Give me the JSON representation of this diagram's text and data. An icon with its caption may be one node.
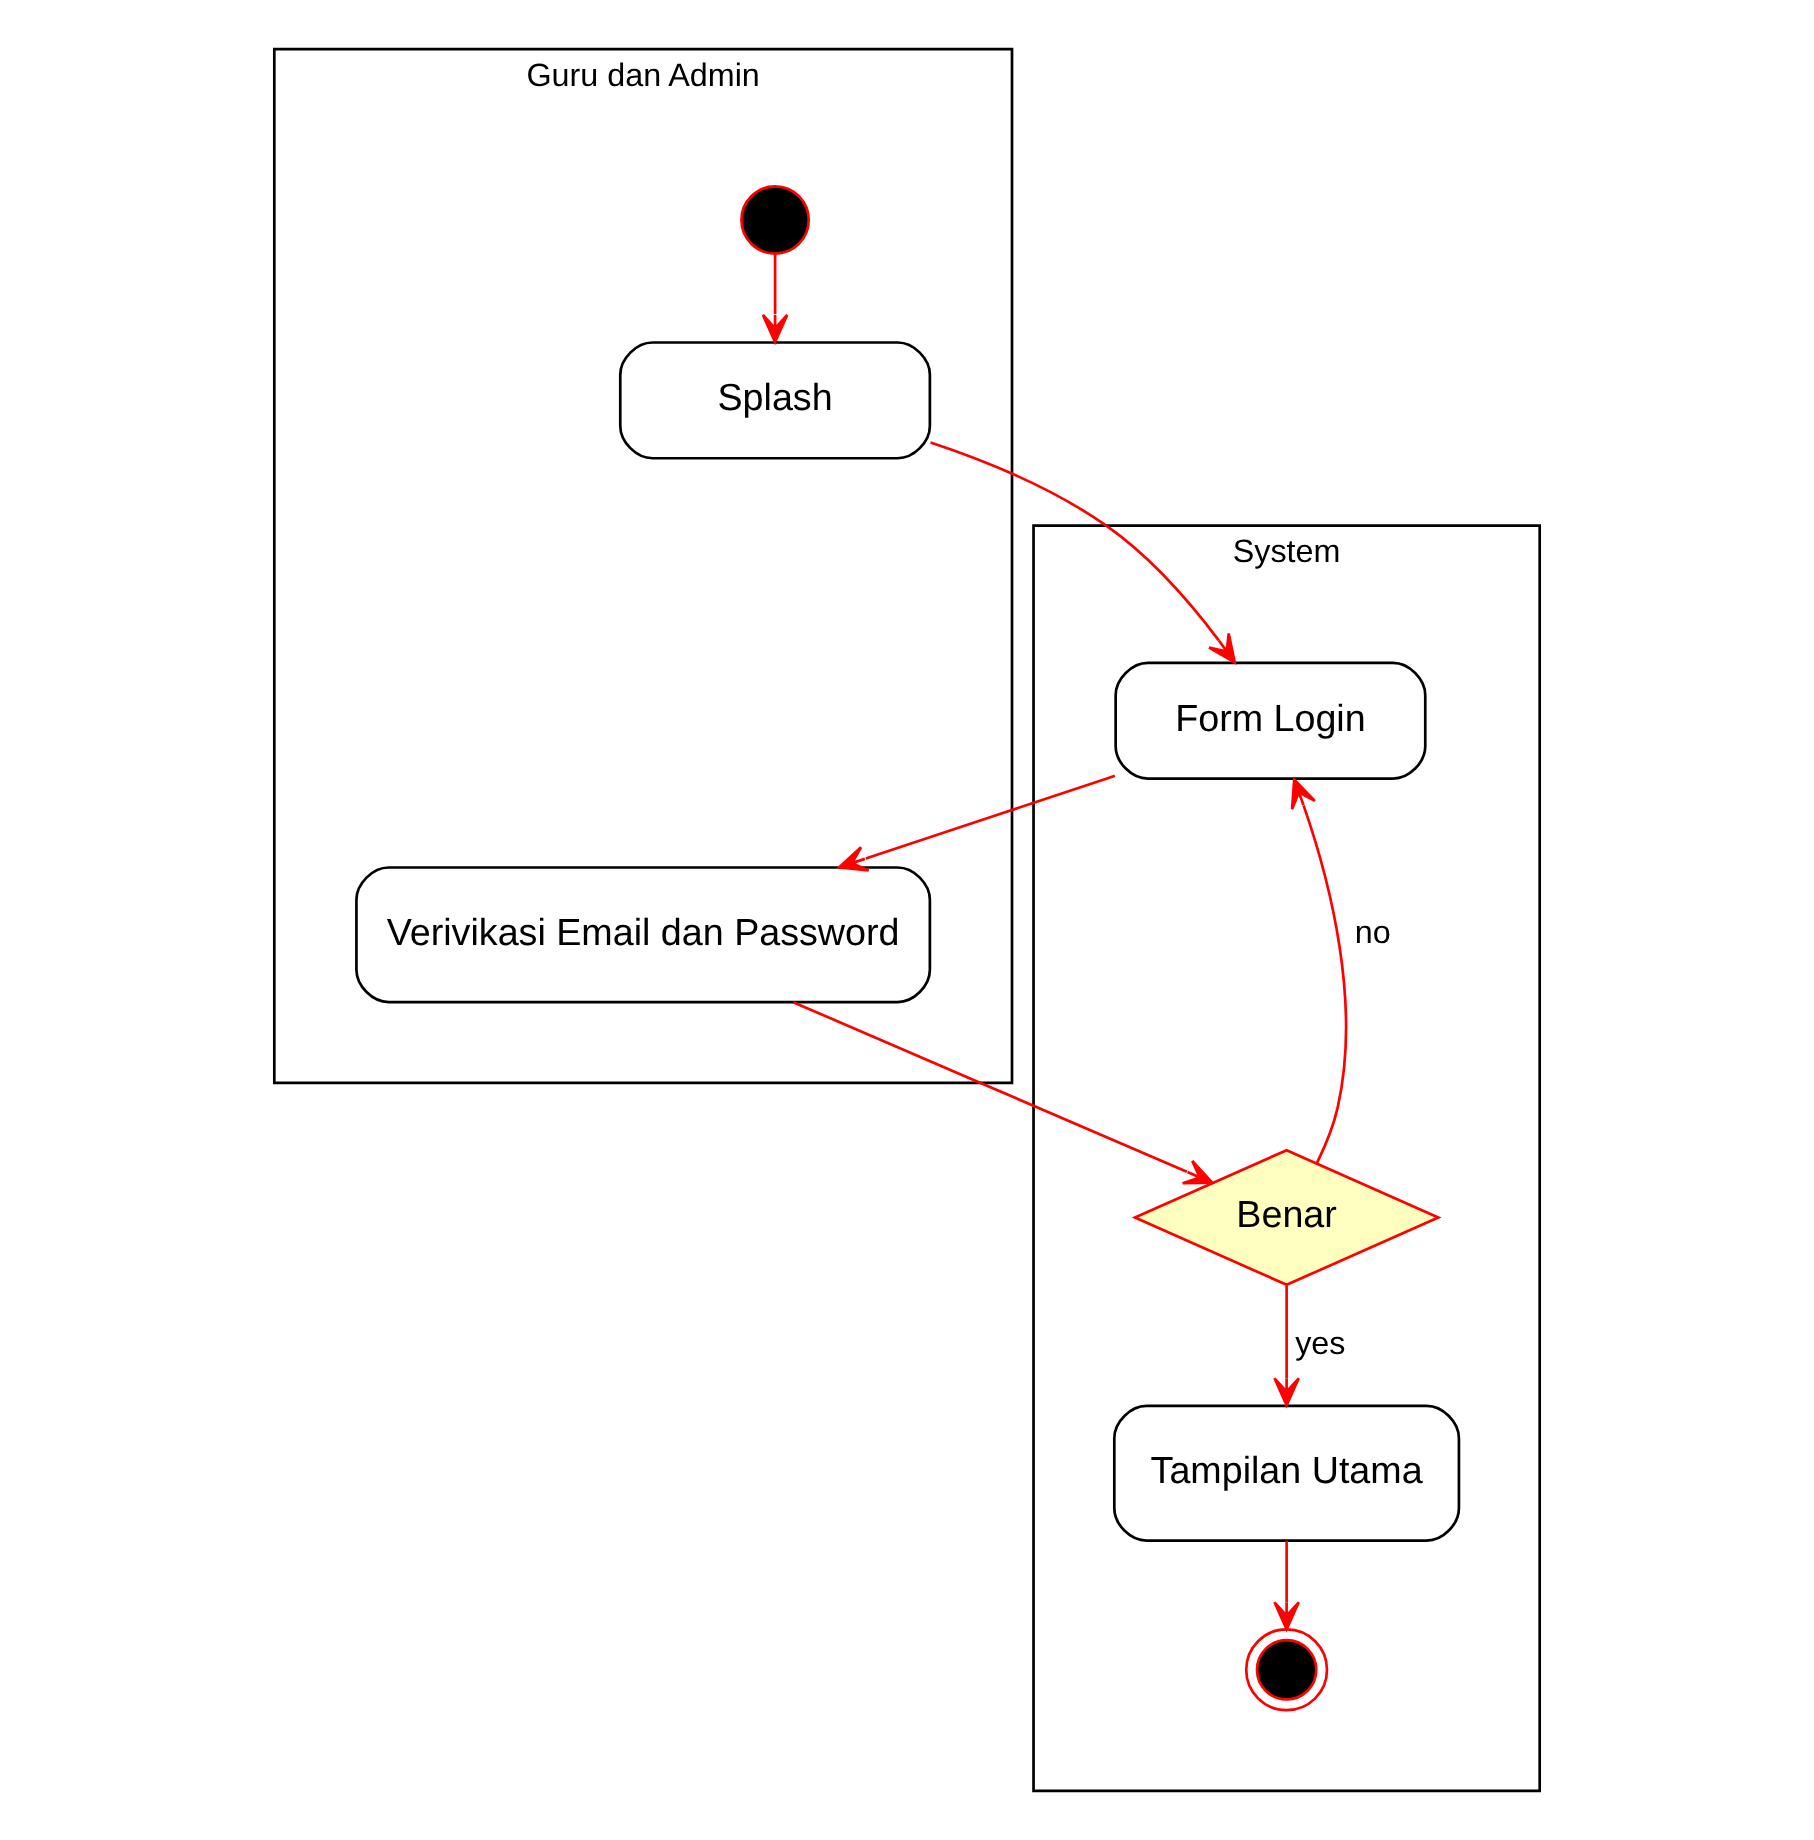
{
  "diagram": {
    "nodes": [
      {
        "text": [
          "Guru dan Admin"
        ]
      },
      {
        "text": [
          "System"
        ]
      },
      {
        "text": [],
        "shape": "circle",
        "in": 0
      },
      {
        "text": [
          "Splash"
        ],
        "in": 0
      },
      {
        "text": [
          "Form Login"
        ],
        "in": 1
      },
      {
        "text": [
          "Verivikasi Email dan Password"
        ],
        "in": 0
      },
      {
        "text": [
          "Benar"
        ],
        "in": 1
      },
      {
        "text": [
          "Tampilan Utama"
        ],
        "in": 1
      },
      {
        "text": [],
        "shape": "circle",
        "in": 1
      }
    ],
    "edges": [
      {
        "from": 2,
        "to": 3,
        "arrow": "to"
      },
      {
        "from": 3,
        "to": 4,
        "arrow": "to"
      },
      {
        "from": 4,
        "to": 5,
        "arrow": "to"
      },
      {
        "from": 5,
        "to": 6,
        "arrow": "to"
      },
      {
        "from": 6,
        "to": 4,
        "arrow": "to",
        "label": "no"
      },
      {
        "from": 6,
        "to": 7,
        "arrow": "to",
        "label": "yes"
      },
      {
        "from": 7,
        "to": 8,
        "arrow": "to"
      }
    ]
  }
}
